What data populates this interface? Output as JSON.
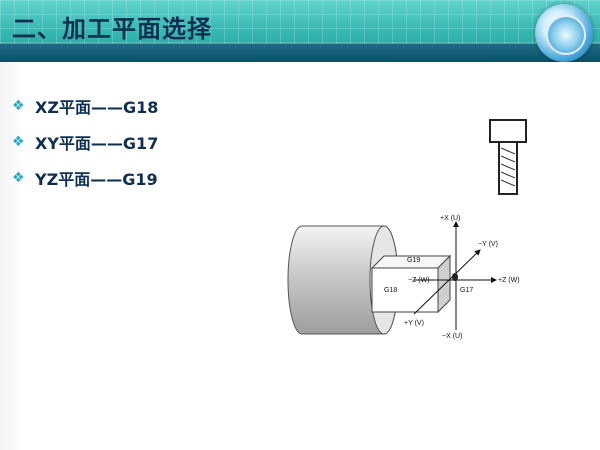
{
  "slide": {
    "title": "二、加工平面选择",
    "bullets": [
      {
        "text": "XZ平面——G18"
      },
      {
        "text": "XY平面——G17"
      },
      {
        "text": "YZ平面——G19"
      }
    ]
  },
  "diagram": {
    "axis_labels": {
      "plus_x": "+X (U)",
      "minus_x": "−X (U)",
      "minus_y": "−Y (V)",
      "plus_y": "+Y (V)",
      "plus_z": "+Z (W)",
      "minus_z": "−Z (W)"
    },
    "plane_labels": {
      "g19": "G19",
      "g18": "G18",
      "g17": "G17"
    }
  },
  "colors": {
    "header_teal": "#33b5b0",
    "header_dark": "#0d4f6a",
    "title_text": "#0f2f52",
    "bullet_mark": "#24a8c8"
  },
  "icons": {
    "bullet": "diamond-cluster-icon",
    "logo": "globe-logo-icon"
  }
}
